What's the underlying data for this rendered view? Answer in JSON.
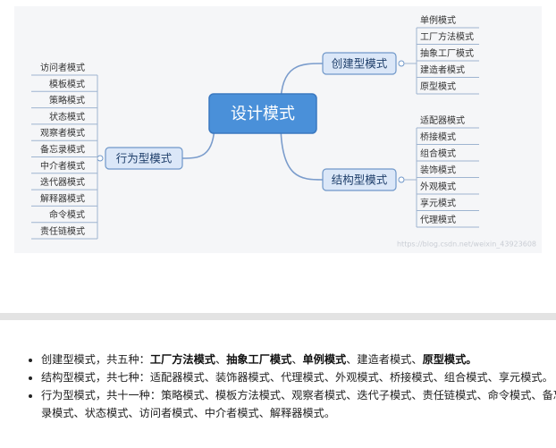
{
  "mindmap": {
    "root": "设计模式",
    "watermark": "https://blog.csdn.net/weixin_43923608",
    "branches": {
      "creational": {
        "label": "创建型模式",
        "items": [
          "单例模式",
          "工厂方法模式",
          "抽象工厂模式",
          "建造者模式",
          "原型模式"
        ]
      },
      "structural": {
        "label": "结构型模式",
        "items": [
          "适配器模式",
          "桥接模式",
          "组合模式",
          "装饰模式",
          "外观模式",
          "享元模式",
          "代理模式"
        ]
      },
      "behavioral": {
        "label": "行为型模式",
        "items": [
          "访问者模式",
          "模板模式",
          "策略模式",
          "状态模式",
          "观察者模式",
          "备忘录模式",
          "中介者模式",
          "迭代器模式",
          "解释器模式",
          "命令模式",
          "责任链模式"
        ]
      }
    }
  },
  "notes": [
    {
      "intro": "创建型模式，共五种：",
      "segments": [
        {
          "text": "工厂方法模式",
          "bold": true
        },
        {
          "text": "、",
          "bold": false
        },
        {
          "text": "抽象工厂模式",
          "bold": true
        },
        {
          "text": "、",
          "bold": false
        },
        {
          "text": "单例模式",
          "bold": true
        },
        {
          "text": "、建造者模式、",
          "bold": false
        },
        {
          "text": "原型模式。",
          "bold": true
        }
      ]
    },
    {
      "intro": "结构型模式，共七种：",
      "segments": [
        {
          "text": "适配器模式、装饰器模式、代理模式、外观模式、桥接模式、组合模式、享元模式。",
          "bold": false
        }
      ]
    },
    {
      "intro": "行为型模式，共十一种：",
      "segments": [
        {
          "text": "策略模式、模板方法模式、观察者模式、迭代子模式、责任链模式、命令模式、备忘录模式、状态模式、访问者模式、中介者模式、解释器模式。",
          "bold": false
        }
      ]
    }
  ],
  "colors": {
    "root_fill": "#4a90d9",
    "root_border": "#3a78c0",
    "branch_fill": "#dbe7f8",
    "branch_border": "#6f97c9",
    "link": "#7a9ccc",
    "leaf_text": "#333333",
    "leaf_line": "#9eb4d0"
  }
}
